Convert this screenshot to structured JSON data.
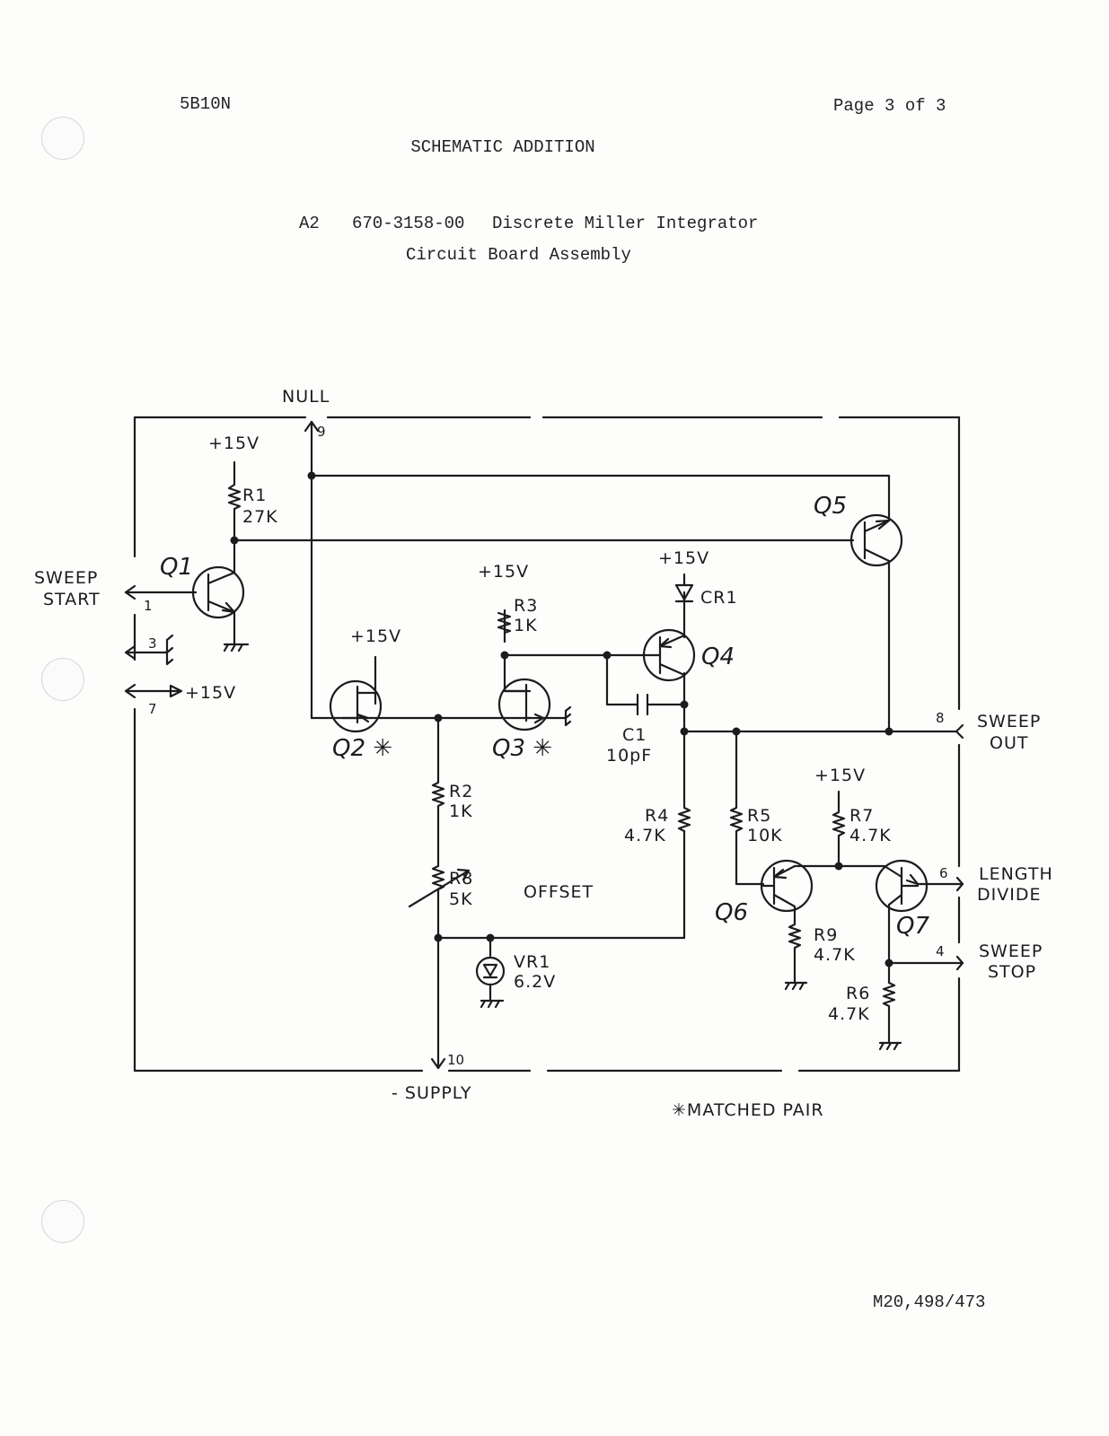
{
  "header": {
    "model": "5B10N",
    "page_label": "Page 3 of 3",
    "section_title": "SCHEMATIC ADDITION",
    "assembly_ref": "A2",
    "part_number": "670-3158-00",
    "assembly_name": "Discrete Miller Integrator",
    "assembly_subtitle": "Circuit Board Assembly"
  },
  "schematic": {
    "connectors": {
      "null": {
        "label": "NULL",
        "pin": "9"
      },
      "sweep_start": {
        "label1": "SWEEP",
        "label2": "START",
        "pin": "1"
      },
      "pin3": {
        "pin": "3"
      },
      "pin7": {
        "pin": "7",
        "label": "+15V"
      },
      "sweep_out": {
        "label1": "SWEEP",
        "label2": "OUT",
        "pin": "8"
      },
      "length_divide": {
        "label1": "LENGTH",
        "label2": "DIVIDE",
        "pin": "6"
      },
      "sweep_stop": {
        "label1": "SWEEP",
        "label2": "STOP",
        "pin": "4"
      },
      "supply": {
        "label": "- SUPPLY",
        "pin": "10"
      }
    },
    "supply_label": "+15V",
    "transistors": {
      "q1": "Q1",
      "q2": "Q2 ✳",
      "q3": "Q3 ✳",
      "q4": "Q4",
      "q5": "Q5",
      "q6": "Q6",
      "q7": "Q7"
    },
    "components": {
      "r1": {
        "ref": "R1",
        "value": "27K"
      },
      "r2": {
        "ref": "R2",
        "value": "1K"
      },
      "r3": {
        "ref": "R3",
        "value": "1K"
      },
      "r4": {
        "ref": "R4",
        "value": "4.7K"
      },
      "r5": {
        "ref": "R5",
        "value": "10K"
      },
      "r6": {
        "ref": "R6",
        "value": "4.7K"
      },
      "r7": {
        "ref": "R7",
        "value": "4.7K"
      },
      "r8": {
        "ref": "R8",
        "value": "5K",
        "note": "OFFSET"
      },
      "r9": {
        "ref": "R9",
        "value": "4.7K"
      },
      "c1": {
        "ref": "C1",
        "value": "10pF"
      },
      "cr1": {
        "ref": "CR1"
      },
      "vr1": {
        "ref": "VR1",
        "value": "6.2V"
      }
    },
    "legend": "✳MATCHED PAIR"
  },
  "footer": {
    "doc_number": "M20,498/473"
  }
}
